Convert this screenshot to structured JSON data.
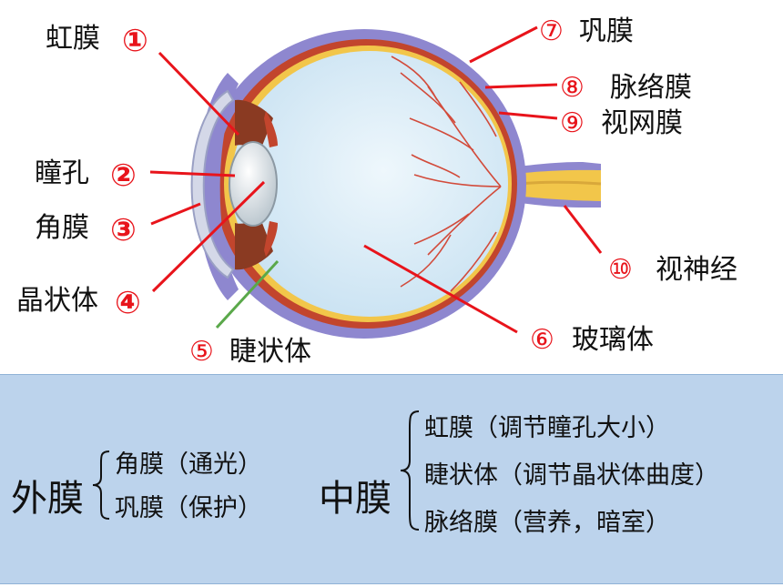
{
  "labels": {
    "iris": "虹膜",
    "pupil": "瞳孔",
    "cornea": "角膜",
    "lens": "晶状体",
    "ciliary": "睫状体",
    "vitreous": "玻璃体",
    "sclera": "巩膜",
    "choroid": "脉络膜",
    "retina": "视网膜",
    "optic_nerve": "视神经"
  },
  "numbers": {
    "n1": "①",
    "n2": "②",
    "n3": "③",
    "n4": "④",
    "n5": "⑤",
    "n6": "⑥",
    "n7": "⑦",
    "n8": "⑧",
    "n9": "⑨",
    "n10": "⑩"
  },
  "summary": {
    "outer": {
      "title": "外膜",
      "items": [
        "角膜（通光）",
        "巩膜（保护）"
      ]
    },
    "middle": {
      "title": "中膜",
      "items": [
        "虹膜（调节瞳孔大小）",
        "睫状体（调节晶状体曲度）",
        "脉络膜（营养，暗室）"
      ]
    }
  },
  "colors": {
    "leader_red": "#e8141b",
    "leader_green": "#5aa84a",
    "sclera": "#8e87cf",
    "choroid": "#c2452d",
    "retina": "#f2c64a",
    "vitreous": "#d5e9f5",
    "panel": "#bcd3ec"
  }
}
